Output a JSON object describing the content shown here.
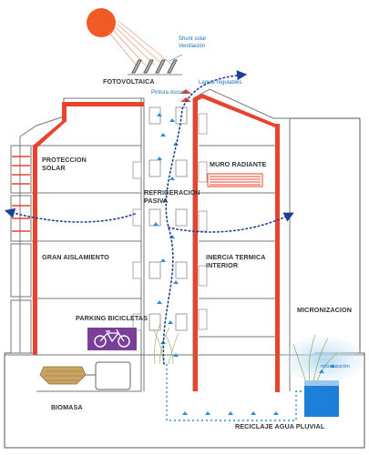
{
  "labels": {
    "shunt_solar": "Shunt solar",
    "ventilacion": "Ventilación",
    "fotovoltaica": "FOTOVOLTAICA",
    "lamas_regulables": "Lamas regulables",
    "pintura_oscura": "Pintura oscura",
    "proteccion_solar_1": "PROTECCION",
    "proteccion_solar_2": "SOLAR",
    "refrigeracion_1": "REFRIGERACION",
    "refrigeracion_2": "PASIVA",
    "muro_radiante": "MURO RADIANTE",
    "gran_aislamiento": "GRAN AISLAMIENTO",
    "inercia_1": "INERCIA TERMICA",
    "inercia_2": "INTERIOR",
    "parking_bicicletas": "PARKING BICICLETAS",
    "micronizacion_title": "MICRONIZACION",
    "micronizacion_small": "micronización",
    "biomasa": "BIOMASA",
    "reciclaje": "RECICLAJE AGUA PLUVIAL"
  },
  "colors": {
    "wall_red": "#e8432d",
    "structure_gray": "#8a8a8a",
    "airflow_blue": "#1c3f94",
    "water_blue": "#2b8fd6",
    "sun_orange": "#f05a24",
    "tank_blue": "#1e7fd8",
    "biomass_tan": "#c9a463"
  }
}
